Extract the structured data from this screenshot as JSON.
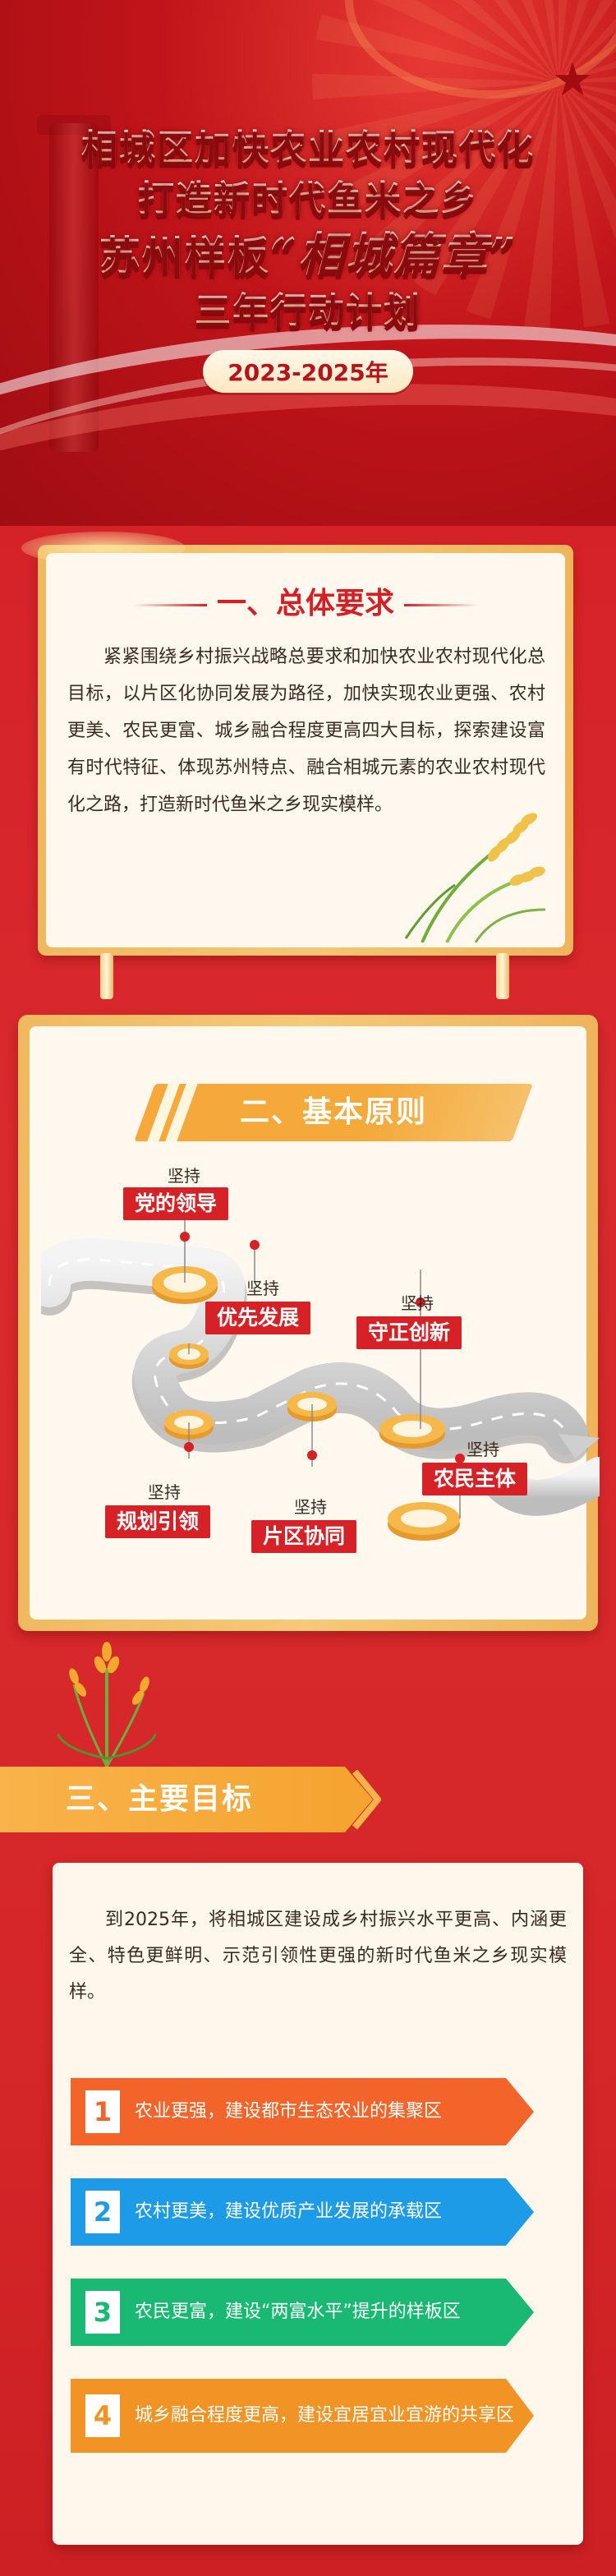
{
  "hero": {
    "title_lines": [
      "相城区加快农业农村现代化",
      "打造新时代鱼米之乡"
    ],
    "title_line3_prefix": "苏州样板",
    "title_line3_quote": "“相城篇章”",
    "title_line4": "三年行动计划",
    "year_range": "2023-2025年"
  },
  "section1": {
    "title": "一、总体要求",
    "body": "紧紧围绕乡村振兴战略总要求和加快农业农村现代化总目标，以片区化协同发展为路径，加快实现农业更强、农村更美、农民更富、城乡融合程度更高四大目标，探索建设富有时代特征、体现苏州特点、融合相城元素的农业农村现代化之路，打造新时代鱼米之乡现实模样。"
  },
  "section2": {
    "title": "二、基本原则",
    "prefix": "坚持",
    "principles": [
      "党的领导",
      "优先发展",
      "守正创新",
      "规划引领",
      "片区协同",
      "农民主体"
    ]
  },
  "section3": {
    "title": "三、主要目标",
    "intro": "到2025年，将相城区建设成乡村振兴水平更高、内涵更全、特色更鲜明、示范引领性更强的新时代鱼米之乡现实模样。",
    "goals": [
      {
        "num": "1",
        "text": "农业更强，建设都市生态农业的集聚区",
        "color": "#f2642a"
      },
      {
        "num": "2",
        "text": "农村更美，建设优质产业发展的承载区",
        "color": "#1e9be6"
      },
      {
        "num": "3",
        "text": "农民更富，建设“两富水平”提升的样板区",
        "color": "#19b873"
      },
      {
        "num": "4",
        "text": "城乡融合程度更高，建设宜居宜业宜游的共享区",
        "color": "#f29326"
      }
    ]
  },
  "colors": {
    "primary_red": "#d62127",
    "gold": "#f4c673",
    "orange": "#f5a431"
  }
}
